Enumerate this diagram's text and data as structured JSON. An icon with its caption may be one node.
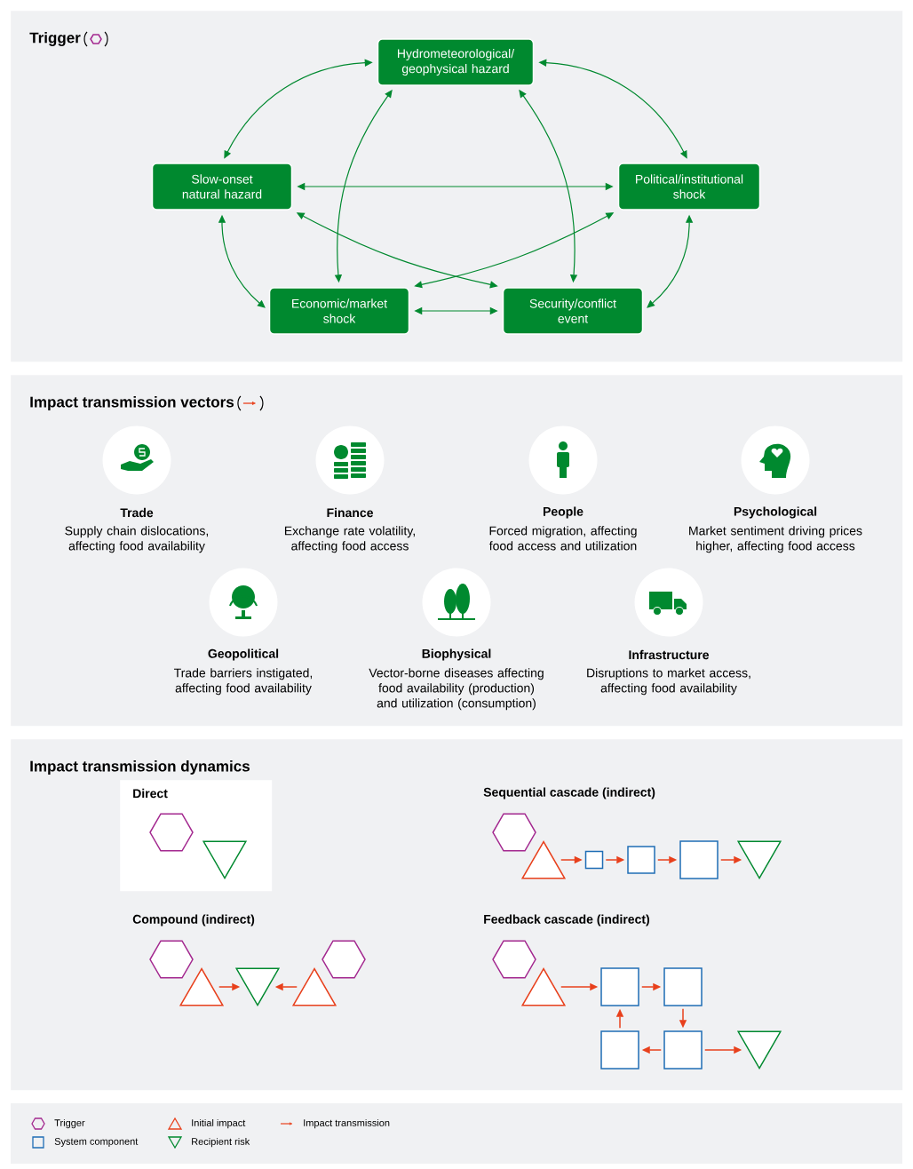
{
  "diagram": {
    "nodes": [
      {
        "text": [
          "Trigger"
        ]
      },
      {
        "text": [
          "Hydrometeorological/ geophysical hazard"
        ],
        "in": 0
      },
      {
        "text": [
          "Slow-onset natural hazard"
        ],
        "in": 0
      },
      {
        "text": [
          "Political/institutional shock"
        ],
        "in": 0
      },
      {
        "text": [
          "Economic/market shock"
        ],
        "in": 0
      },
      {
        "text": [
          "Security/conflict event"
        ],
        "in": 0
      },
      {
        "text": [
          "Impact transmission vectors"
        ]
      },
      {
        "text": [
          "Trade",
          "Supply chain dislocations, affecting food availability"
        ],
        "in": 6
      },
      {
        "text": [
          "Finance",
          "Exchange rate volatility, affecting food access"
        ],
        "in": 6
      },
      {
        "text": [
          "People",
          "Forced migration, affecting food access and utilization"
        ],
        "in": 6
      },
      {
        "text": [
          "Psychological",
          "Market sentiment driving prices higher, affecting food access"
        ],
        "in": 6
      },
      {
        "text": [
          "Geopolitical",
          "Trade barriers instigated, affecting food availability"
        ],
        "in": 6
      },
      {
        "text": [
          "Biophysical",
          "Vector-borne diseases affecting food availability (production) and utilization (consumption)"
        ],
        "in": 6
      },
      {
        "text": [
          "Infrastructure",
          "Disruptions to market access, affecting food availability"
        ],
        "in": 6
      },
      {
        "text": [
          "Impact transmission dynamics"
        ]
      },
      {
        "text": [
          "Direct"
        ],
        "in": 14
      },
      {
        "text": [],
        "shape": "hexagon",
        "in": 15
      },
      {
        "text": [],
        "shape": "inverted-triangle",
        "in": 15
      },
      {
        "text": [],
        "shape": "hexagon",
        "in": 14
      },
      {
        "text": [],
        "shape": "triangle",
        "in": 14
      },
      {
        "text": [],
        "shape": "box",
        "in": 14
      },
      {
        "text": [],
        "shape": "box",
        "in": 14
      },
      {
        "text": [],
        "shape": "box",
        "in": 14
      },
      {
        "text": [],
        "shape": "inverted-triangle",
        "in": 14
      },
      {
        "text": [],
        "shape": "hexagon",
        "in": 14
      },
      {
        "text": [],
        "shape": "triangle",
        "in": 14
      },
      {
        "text": [],
        "shape": "inverted-triangle",
        "in": 14
      },
      {
        "text": [],
        "shape": "triangle",
        "in": 14
      },
      {
        "text": [],
        "shape": "hexagon",
        "in": 14
      },
      {
        "text": [],
        "shape": "hexagon",
        "in": 14
      },
      {
        "text": [],
        "shape": "triangle",
        "in": 14
      },
      {
        "text": [],
        "shape": "box",
        "in": 14
      },
      {
        "text": [],
        "shape": "box",
        "in": 14
      },
      {
        "text": [],
        "shape": "box",
        "in": 14
      },
      {
        "text": [],
        "shape": "box",
        "in": 14
      },
      {
        "text": [],
        "shape": "inverted-triangle",
        "in": 14
      }
    ],
    "edges": [
      {
        "from": 1,
        "to": 2,
        "arrow": "both",
        "color": "#00892f"
      },
      {
        "from": 1,
        "to": 3,
        "arrow": "both",
        "color": "#00892f"
      },
      {
        "from": 1,
        "to": 4,
        "arrow": "both",
        "color": "#00892f"
      },
      {
        "from": 1,
        "to": 5,
        "arrow": "both",
        "color": "#00892f"
      },
      {
        "from": 2,
        "to": 3,
        "arrow": "both",
        "color": "#00892f"
      },
      {
        "from": 2,
        "to": 4,
        "arrow": "both",
        "color": "#00892f"
      },
      {
        "from": 2,
        "to": 5,
        "arrow": "both",
        "color": "#00892f"
      },
      {
        "from": 3,
        "to": 4,
        "arrow": "both",
        "color": "#00892f"
      },
      {
        "from": 3,
        "to": 5,
        "arrow": "both",
        "color": "#00892f"
      },
      {
        "from": 4,
        "to": 5,
        "arrow": "both",
        "color": "#00892f"
      },
      {
        "from": 19,
        "to": 20,
        "arrow": "to"
      },
      {
        "from": 20,
        "to": 21,
        "arrow": "to"
      },
      {
        "from": 21,
        "to": 22,
        "arrow": "to"
      },
      {
        "from": 22,
        "to": 23,
        "arrow": "to"
      },
      {
        "from": 25,
        "to": 26,
        "arrow": "to"
      },
      {
        "from": 27,
        "to": 26,
        "arrow": "to"
      },
      {
        "from": 30,
        "to": 31,
        "arrow": "to"
      },
      {
        "from": 31,
        "to": 32,
        "arrow": "to"
      },
      {
        "from": 32,
        "to": 34,
        "arrow": "to"
      },
      {
        "from": 34,
        "to": 33,
        "arrow": "to"
      },
      {
        "from": 33,
        "to": 31,
        "arrow": "to"
      },
      {
        "from": 34,
        "to": 35,
        "arrow": "to"
      }
    ],
    "labels": [
      "Sequential cascade (indirect)",
      "Compound (indirect)",
      "Feedback cascade (indirect)"
    ],
    "legend": [
      {
        "text": "Trigger"
      },
      {
        "text": "Initial impact"
      },
      {
        "text": "Impact transmission"
      },
      {
        "text": "System component"
      },
      {
        "text": "Recipient risk"
      }
    ]
  }
}
